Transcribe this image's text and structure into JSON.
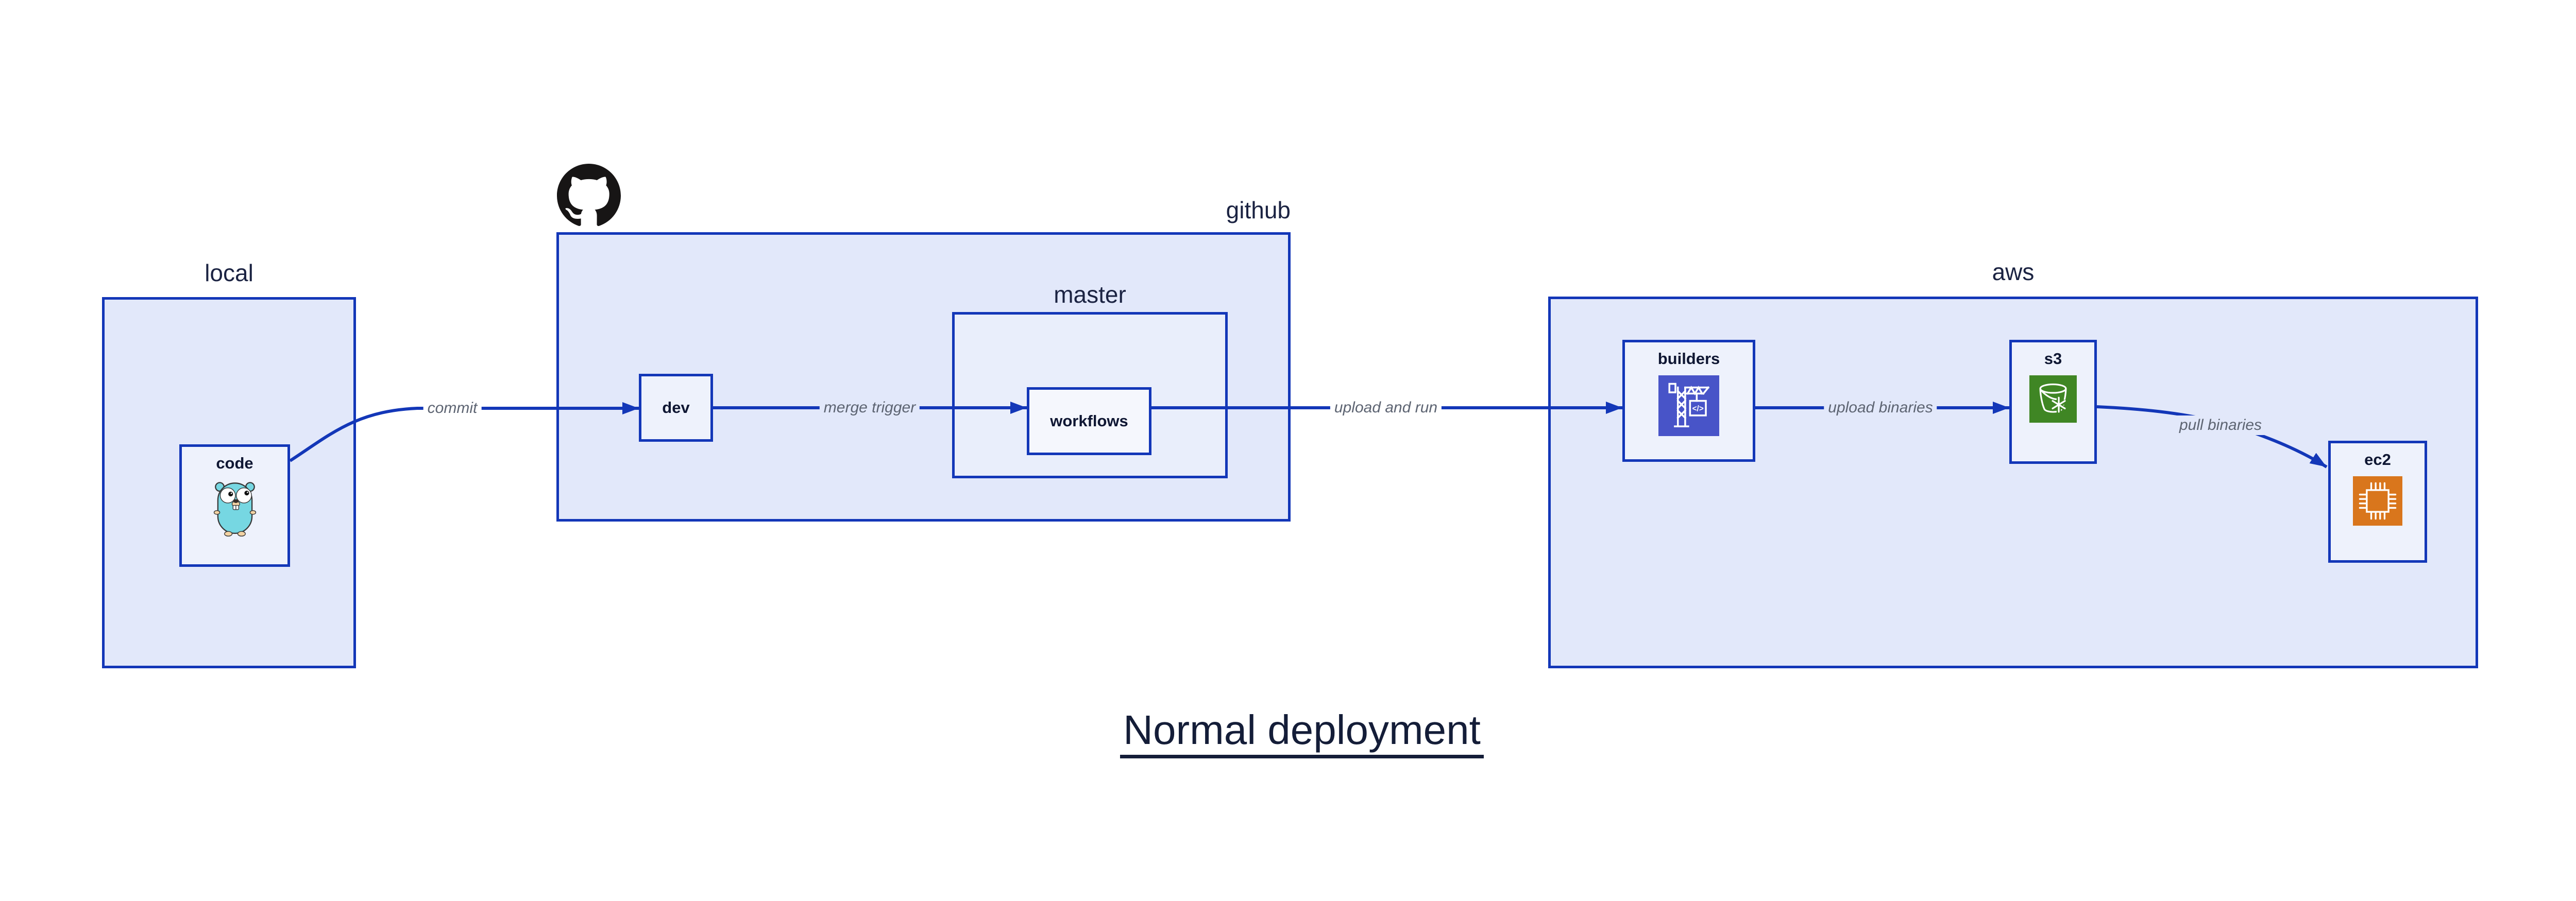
{
  "title": {
    "text": "Normal deployment"
  },
  "containers": {
    "local": {
      "label": "local"
    },
    "github": {
      "label": "github"
    },
    "master": {
      "label": "master"
    },
    "aws": {
      "label": "aws"
    }
  },
  "nodes": {
    "code": {
      "label": "code",
      "icon": "go-gopher"
    },
    "dev": {
      "label": "dev"
    },
    "workflows": {
      "label": "workflows"
    },
    "builders": {
      "label": "builders",
      "icon": "aws-codebuild-crane"
    },
    "s3": {
      "label": "s3",
      "icon": "aws-s3-glacier-bucket"
    },
    "ec2": {
      "label": "ec2",
      "icon": "aws-ec2-chip"
    }
  },
  "edges": [
    {
      "id": "commit",
      "label": "commit",
      "from": "code",
      "to": "dev"
    },
    {
      "id": "merge-trigger",
      "label": "merge trigger",
      "from": "dev",
      "to": "workflows"
    },
    {
      "id": "upload-and-run",
      "label": "upload and run",
      "from": "workflows",
      "to": "builders"
    },
    {
      "id": "upload-binaries",
      "label": "upload binaries",
      "from": "builders",
      "to": "s3"
    },
    {
      "id": "pull-binaries",
      "label": "pull binaries",
      "from": "s3",
      "to": "ec2"
    }
  ],
  "icons": {
    "codebuild_glyph": "</>"
  },
  "colors": {
    "accent_blue": "#1337b8",
    "container_fill": "#e2e8fa",
    "node_fill": "#eef2fc",
    "master_fill": "#e9eefb",
    "workflows_fill": "#f5f7fd",
    "label_dark": "#1b2342",
    "node_label": "#0f1733",
    "edge_gray": "#5d6472",
    "codebuild_purple": "#4854c8",
    "s3_green": "#3f8624",
    "ec2_orange": "#d9761c",
    "gopher_teal": "#76d7e2",
    "gopher_beige": "#f3d3a3",
    "github_black": "#171515",
    "title_dark": "#141d38"
  }
}
